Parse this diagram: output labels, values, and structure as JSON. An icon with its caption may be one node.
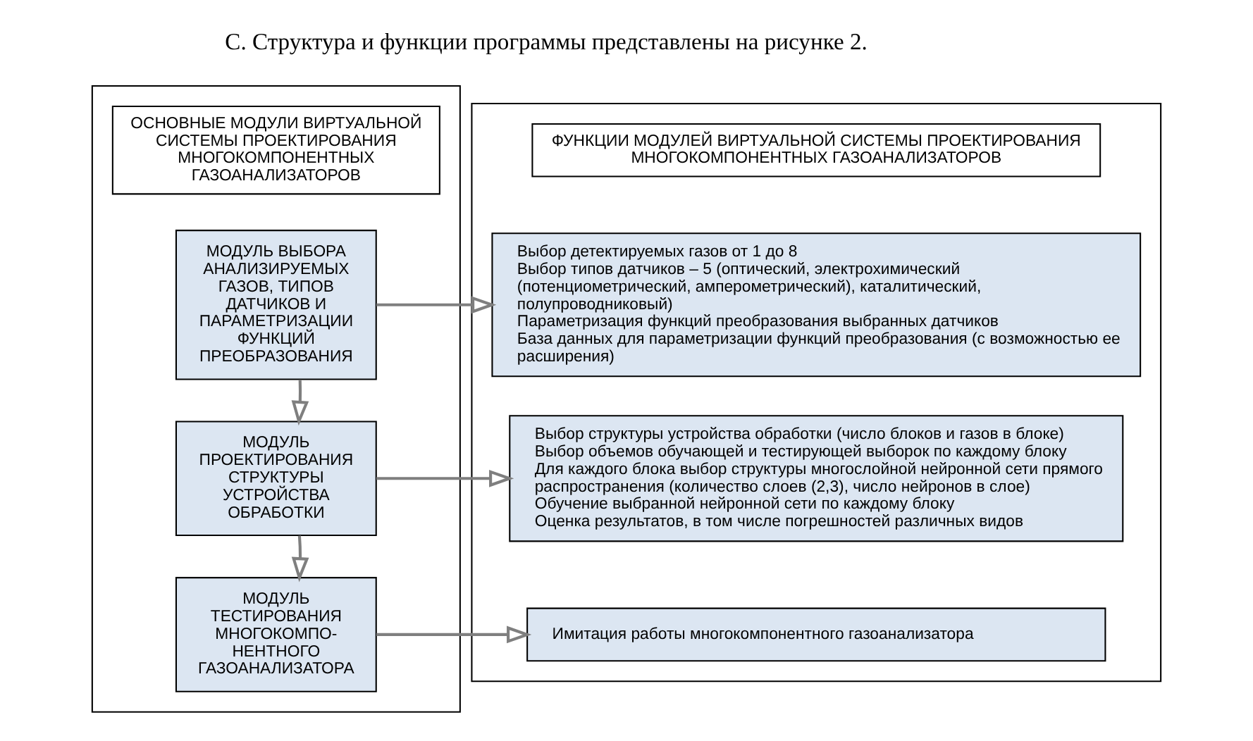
{
  "diagram": {
    "nodes": [
      {
        "text": [],
        "shape": "box"
      },
      {
        "text": [
          "ОСНОВНЫЕ МОДУЛИ ВИРТУАЛЬНОЙ СИСТЕМЫ ПРОЕКТИРОВАНИЯ МНОГОКОМПОНЕНТНЫХ ГАЗОАНАЛИЗАТОРОВ"
        ],
        "in": 0
      },
      {
        "text": [
          "МОДУЛЬ ВЫБОРА АНАЛИЗИРУЕМЫХ ГАЗОВ, ТИПОВ ДАТЧИКОВ И ПАРАМЕТРИЗАЦИИ ФУНКЦИЙ ПРЕОБРАЗОВАНИЯ"
        ],
        "in": 0
      },
      {
        "text": [
          "МОДУЛЬ ПРОЕКТИРОВАНИЯ СТРУКТУРЫ УСТРОЙСТВА ОБРАБОТКИ"
        ],
        "in": 0
      },
      {
        "text": [
          "МОДУЛЬ ТЕСТИРОВАНИЯ МНОГОКОМПО- НЕНТНОГО ГАЗОАНАЛИЗАТОРА"
        ],
        "in": 0
      },
      {
        "text": [],
        "shape": "box"
      },
      {
        "text": [
          "ФУНКЦИИ МОДУЛЕЙ ВИРТУАЛЬНОЙ СИСТЕМЫ ПРОЕКТИРОВАНИЯ МНОГОКОМПОНЕНТНЫХ ГАЗОАНАЛИЗАТОРОВ"
        ],
        "in": 5
      },
      {
        "text": [
          "Выбор детектируемых газов от 1 до 8",
          "Выбор типов датчиков – 5 (оптический, электрохимический (потенциометрический, амперометрический), каталитический, полупроводниковый)",
          "Параметризация функций преобразования выбранных датчиков",
          "База данных для параметризации функций преобразования (с возможностью ее расширения)"
        ],
        "in": 5
      },
      {
        "text": [
          "Выбор структуры устройства обработки (число блоков и газов в блоке)",
          "Выбор объемов обучающей и тестирующей выборок по каждому блоку",
          "Для каждого блока выбор структуры многослойной нейронной сети прямого распространения (количество слоев (2,3), число нейронов в слое)",
          "Обучение выбранной нейронной сети по каждому блоку",
          "Оценка результатов, в том числе погрешностей различных видов"
        ],
        "in": 5
      },
      {
        "text": [
          "Имитация работы многокомпонентного газоанализатора"
        ],
        "in": 5
      }
    ],
    "edges": [
      {
        "from": 2,
        "to": 3,
        "arrow": "to"
      },
      {
        "from": 3,
        "to": 4,
        "arrow": "to"
      },
      {
        "from": 2,
        "to": 7,
        "arrow": "to"
      },
      {
        "from": 3,
        "to": 8,
        "arrow": "to"
      },
      {
        "from": 4,
        "to": 9,
        "arrow": "to"
      }
    ],
    "labels": [
      "С. Структура и функции программы представлены на рисунке 2."
    ]
  }
}
